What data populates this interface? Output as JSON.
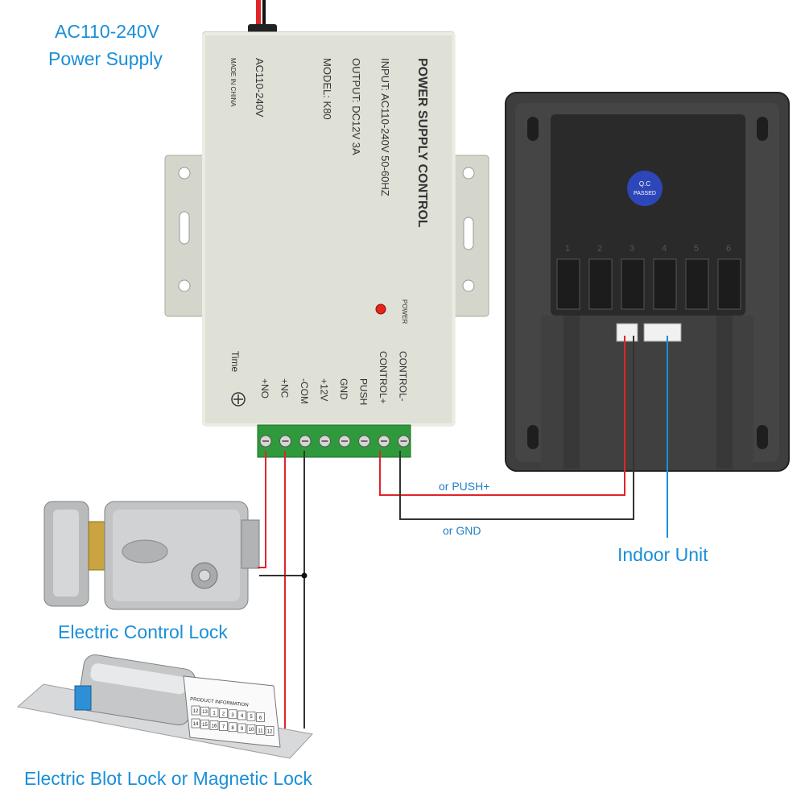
{
  "labels": {
    "power_supply_line1": "AC110-240V",
    "power_supply_line2": "Power Supply",
    "indoor_unit": "Indoor Unit",
    "electric_control_lock": "Electric Control Lock",
    "bolt_or_magnetic_lock": "Electric Blot Lock or Magnetic Lock",
    "wire_push": "or PUSH+",
    "wire_gnd": "or GND"
  },
  "psu": {
    "title": "POWER SUPPLY CONTROL",
    "input": "INPUT: AC110-240V  50-60HZ",
    "output": "OUTPUT: DC12V  3A",
    "model": "MODEL: K80",
    "ac": "AC110-240V",
    "made_in": "MADE IN CHINA",
    "power_led": "POWER",
    "time": "Time",
    "terminals": [
      "+NO",
      "+NC",
      "-COM",
      "+12V",
      "GND",
      "PUSH",
      "CONTROL+",
      "CONTROL-"
    ]
  },
  "indoor": {
    "qc_line1": "Q.C",
    "qc_line2": "PASSED",
    "ports": [
      "1",
      "2",
      "3",
      "4",
      "5",
      "6"
    ]
  },
  "bolt_lock": {
    "info_title": "PRODUCT INFORMATION",
    "grid_row1": [
      "12",
      "13",
      "1",
      "2",
      "3",
      "4",
      "5",
      "6"
    ],
    "grid_row2": [
      "14",
      "15",
      "16",
      "7",
      "8",
      "9",
      "10",
      "11",
      "12"
    ]
  },
  "colors": {
    "label_blue": "#1a8fd8",
    "wire_red": "#e0242a",
    "wire_black": "#333333",
    "wire_blue": "#1a8fd8",
    "psu_body": "#dfe0d6",
    "terminal_green": "#2e9a3c",
    "indoor_body": "#3e3e3e"
  }
}
